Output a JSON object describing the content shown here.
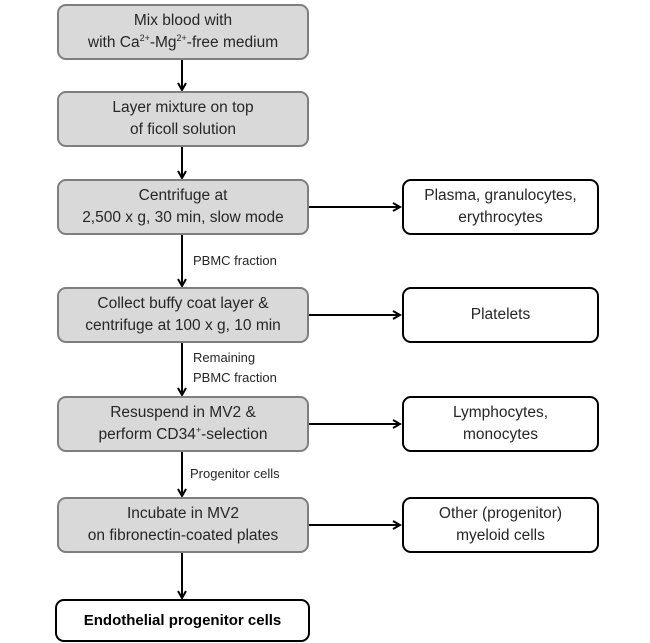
{
  "steps": [
    {
      "line1": "Mix blood with",
      "line2_pre": "with Ca",
      "sup1": "2+",
      "mid": "-Mg",
      "sup2": "2+",
      "line2_post": "-free  medium"
    },
    {
      "line1": "Layer mixture on top",
      "line2": "of ficoll solution"
    },
    {
      "line1": "Centrifuge at",
      "line2": "2,500 x g, 30 min, slow mode"
    },
    {
      "line1": "Collect buffy coat layer &",
      "line2": "centrifuge at 100 x g, 10 min"
    },
    {
      "line1": "Resuspend  in MV2 &",
      "line2_pre": "perform  CD34",
      "sup": "+",
      "line2_post": "-selection"
    },
    {
      "line1": "Incubate in MV2",
      "line2": "on fibronectin-coated  plates"
    }
  ],
  "final": "Endothelial  progenitor cells",
  "outputs": [
    {
      "line1": "Plasma, granulocytes,",
      "line2": "erythrocytes"
    },
    {
      "line1": "Platelets"
    },
    {
      "line1": "Lymphocytes,",
      "line2": "monocytes"
    },
    {
      "line1": "Other (progenitor)",
      "line2": "myeloid cells"
    }
  ],
  "edge_labels": {
    "pbmc": "PBMC fraction",
    "remaining1": "Remaining",
    "remaining2": "PBMC fraction",
    "progenitor": "Progenitor cells"
  }
}
